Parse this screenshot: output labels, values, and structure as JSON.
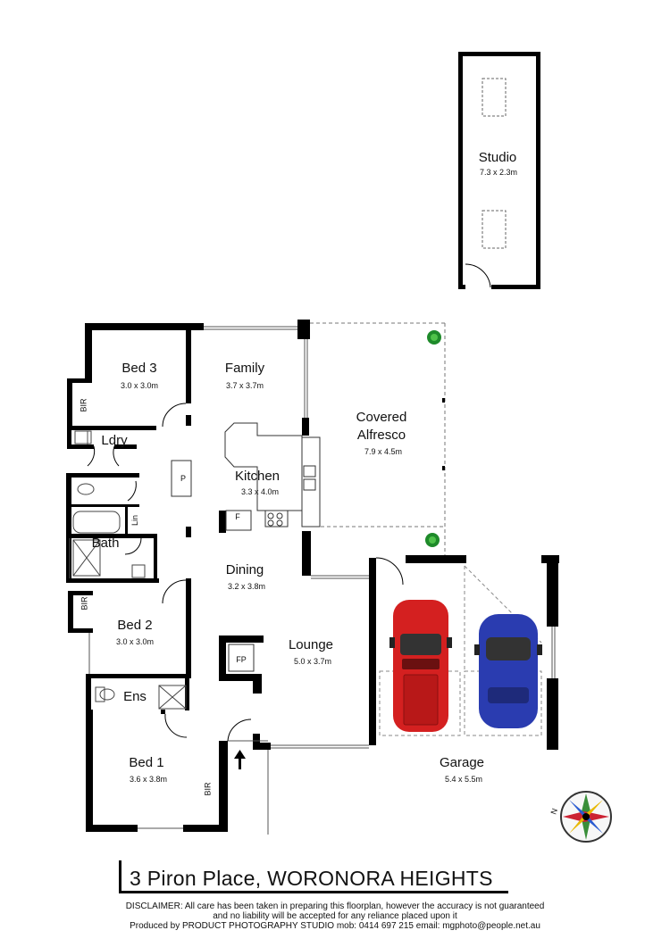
{
  "rooms": {
    "studio": {
      "name": "Studio",
      "dim": "7.3 x 2.3m"
    },
    "bed3": {
      "name": "Bed 3",
      "dim": "3.0 x 3.0m"
    },
    "family": {
      "name": "Family",
      "dim": "3.7 x 3.7m"
    },
    "alfresco": {
      "name_line1": "Covered",
      "name_line2": "Alfresco",
      "dim": "7.9 x 4.5m"
    },
    "ldry": {
      "name": "Ldry"
    },
    "kitchen": {
      "name": "Kitchen",
      "dim": "3.3 x 4.0m"
    },
    "bath": {
      "name": "Bath"
    },
    "dining": {
      "name": "Dining",
      "dim": "3.2 x 3.8m"
    },
    "bed2": {
      "name": "Bed 2",
      "dim": "3.0 x 3.0m"
    },
    "lounge": {
      "name": "Lounge",
      "dim": "5.0 x 3.7m"
    },
    "ens": {
      "name": "Ens"
    },
    "bed1": {
      "name": "Bed 1",
      "dim": "3.6 x 3.8m"
    },
    "garage": {
      "name": "Garage",
      "dim": "5.4 x 5.5m"
    }
  },
  "fixtures": {
    "bir": "BIR",
    "lin": "Lin",
    "pantry": "P",
    "fridge": "F",
    "fireplace": "FP"
  },
  "compass_letter": "N",
  "address": "3 Piron Place, WORONORA HEIGHTS",
  "disclaimer": {
    "line1": "DISCLAIMER: All care has been taken in preparing this floorplan, however the accuracy is not guaranteed",
    "line2": "and no liability will be accepted for any reliance placed upon it",
    "line3": "Produced by PRODUCT PHOTOGRAPHY STUDIO mob: 0414 697 215 email: mgphoto@people.net.au"
  },
  "colors": {
    "car_left": "#d42020",
    "car_right": "#2a3cb0",
    "plant": "#1e8a2a"
  }
}
